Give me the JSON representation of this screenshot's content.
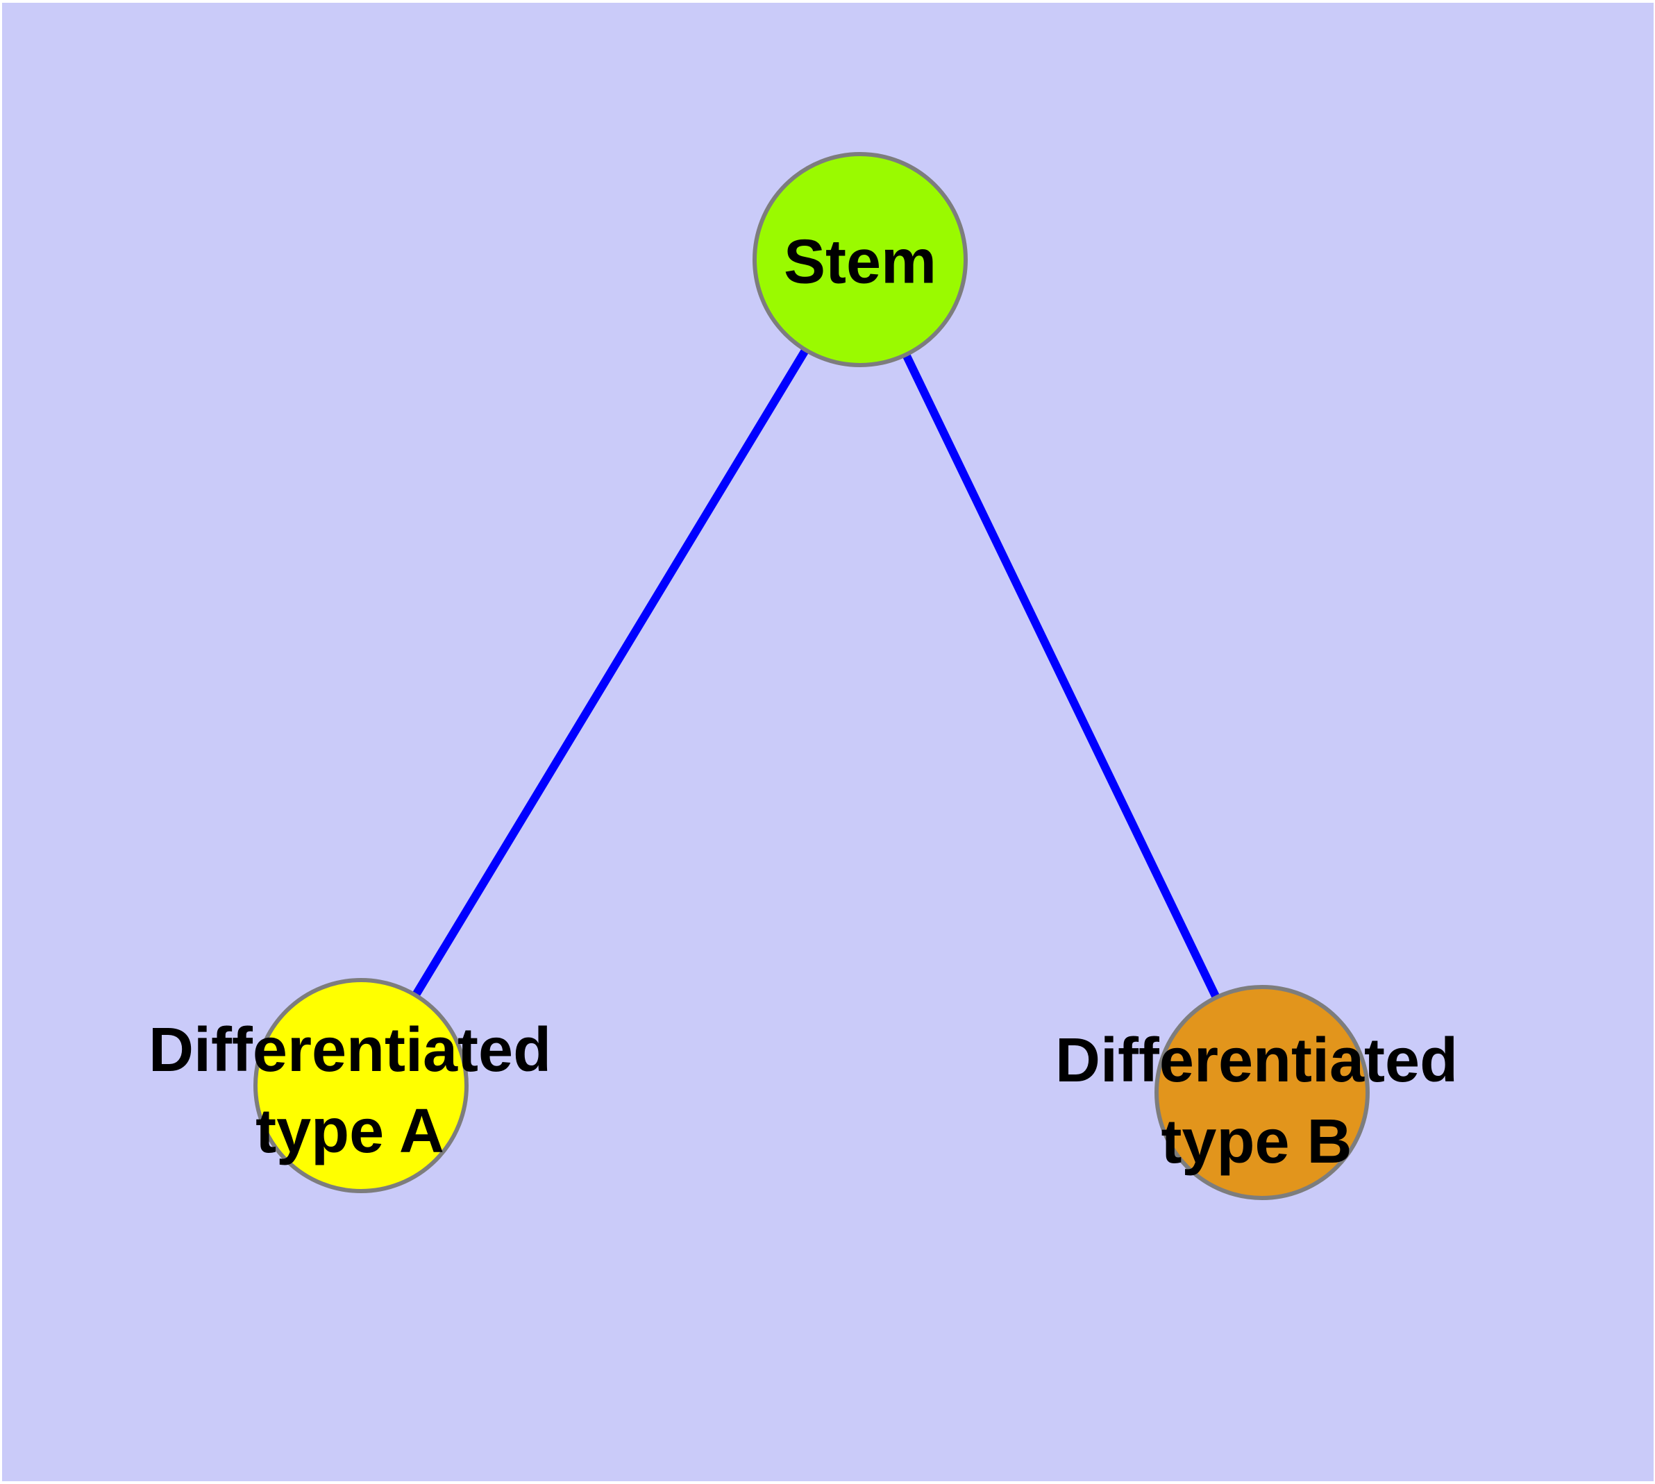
{
  "diagram": {
    "type": "graph",
    "background_color": "#CACBF9",
    "edge_color": "#0000FF",
    "node_outline_color": "#7D7D7D",
    "label_color": "#000000",
    "nodes": {
      "stem": {
        "label": "Stem",
        "color": "#9AFA00"
      },
      "type_a": {
        "label_line1": "Differentiated",
        "label_line2": "type A",
        "label_full": "Differentiated type A",
        "color": "#FFFF00"
      },
      "type_b": {
        "label_line1": "Differentiated",
        "label_line2": "type B",
        "label_full": "Differentiated type B",
        "color": "#E2951C"
      }
    },
    "edges": [
      {
        "from": "Stem",
        "to": "Differentiated type A"
      },
      {
        "from": "Stem",
        "to": "Differentiated type B"
      }
    ]
  }
}
